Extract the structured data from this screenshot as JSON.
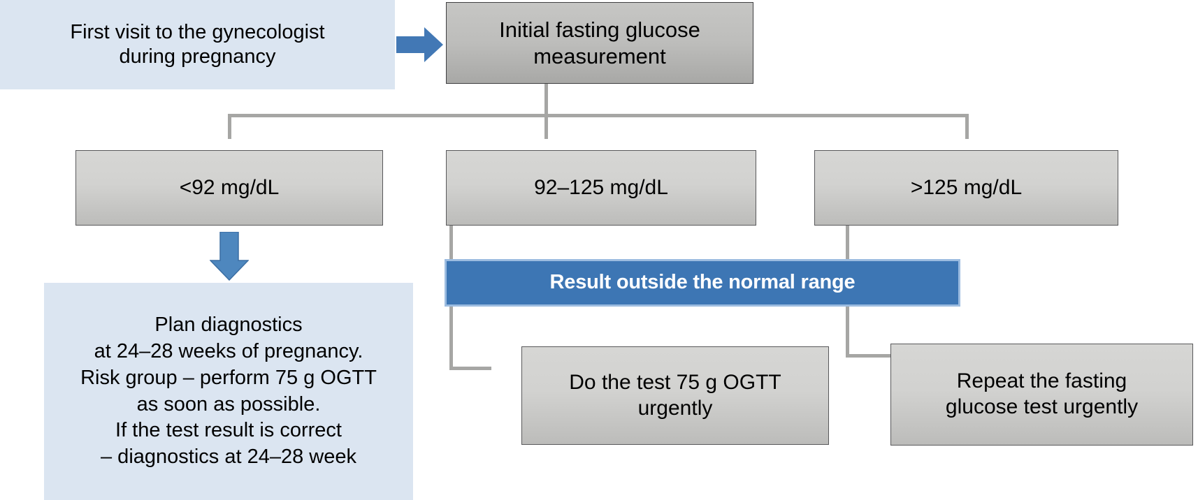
{
  "diagram": {
    "title": "Gestational diabetes screening flowchart",
    "colors": {
      "light_blue_fill": "#dbe5f1",
      "accent_blue": "#3d76b4",
      "accent_blue_border": "#9cbce0",
      "gray_fill": "#d2d2d0",
      "gray_dark_fill": "#bdbdbb",
      "connector_gray": "#a6a6a4",
      "text_black": "#000000",
      "text_white": "#ffffff"
    },
    "nodes": {
      "first_visit": "First visit to the gynecologist\nduring pregnancy",
      "initial_measurement": "Initial fasting glucose\nmeasurement",
      "range_low": "<92 mg/dL",
      "range_mid": "92–125 mg/dL",
      "range_high": ">125 mg/dL",
      "result_outside_range": "Result outside the normal range",
      "plan_diagnostics": "Plan diagnostics\nat 24–28 weeks of pregnancy.\nRisk group – perform 75 g OGTT\nas soon as possible.\nIf the test result is correct\n– diagnostics at 24–28 week",
      "do_ogtt": "Do the test 75 g OGTT\nurgently",
      "repeat_fasting": "Repeat the fasting\nglucose test urgently"
    },
    "arrows": {
      "right_arrow_name": "right-arrow-icon",
      "down_arrow_name": "down-arrow-icon"
    }
  }
}
